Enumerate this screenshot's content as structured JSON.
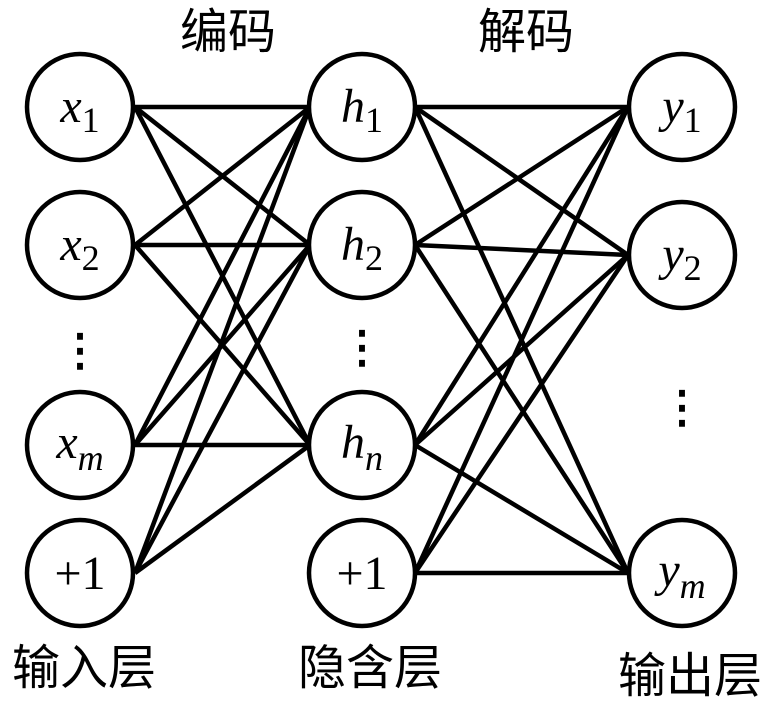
{
  "labels": {
    "encode": "编码",
    "decode": "解码",
    "input_layer": "输入层",
    "hidden_layer": "隐含层",
    "output_layer": "输出层"
  },
  "input_nodes": {
    "x1": {
      "var": "x",
      "sub": "1"
    },
    "x2": {
      "var": "x",
      "sub": "2"
    },
    "xm": {
      "var": "x",
      "sub": "m"
    },
    "bias": "+1"
  },
  "hidden_nodes": {
    "h1": {
      "var": "h",
      "sub": "1"
    },
    "h2": {
      "var": "h",
      "sub": "2"
    },
    "hn": {
      "var": "h",
      "sub": "n"
    },
    "bias": "+1"
  },
  "output_nodes": {
    "y1": {
      "var": "y",
      "sub": "1"
    },
    "y2": {
      "var": "y",
      "sub": "2"
    },
    "ym": {
      "var": "y",
      "sub": "m"
    }
  },
  "ellipsis": "⋮"
}
